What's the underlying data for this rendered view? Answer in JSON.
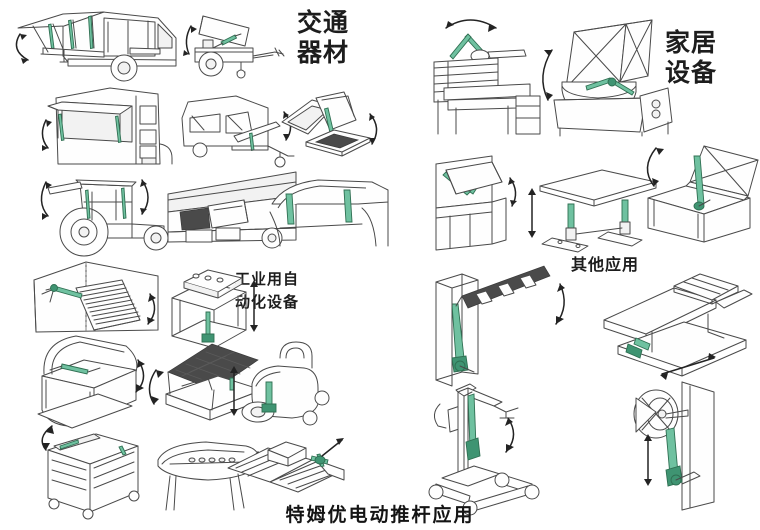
{
  "poster": {
    "caption": "特姆优电动推杆应用",
    "background_color": "#ffffff",
    "line_color": "#4a4a4a",
    "actuator_color": "#6fc1a0",
    "arrow_color": "#232323"
  },
  "sections": [
    {
      "id": "transport",
      "title": "交通\n器材",
      "title_position": "top-right-of-block",
      "items": [
        {
          "name": "delivery-van-side-canopy",
          "caption": ""
        },
        {
          "name": "tipping-trailer",
          "caption": ""
        },
        {
          "name": "bus-luggage-hatch",
          "caption": ""
        },
        {
          "name": "caravan-rear-hatch",
          "caption": ""
        },
        {
          "name": "vehicle-display-lift",
          "caption": ""
        },
        {
          "name": "tractor-cabin-window",
          "caption": ""
        },
        {
          "name": "coach-luggage-compartment",
          "caption": ""
        },
        {
          "name": "car-tailgate-struts",
          "caption": ""
        }
      ]
    },
    {
      "id": "home",
      "title": "家居\n设备",
      "items": [
        {
          "name": "folding-ironing-workstation",
          "caption": ""
        },
        {
          "name": "kitchen-appliance-lid",
          "caption": ""
        },
        {
          "name": "wall-cabinet-flap-door",
          "caption": ""
        },
        {
          "name": "height-adjustable-desk",
          "caption": ""
        },
        {
          "name": "storage-box-lid",
          "caption": ""
        }
      ]
    },
    {
      "id": "industrial",
      "title": "工业用自\n动化设备",
      "items": [
        {
          "name": "warehouse-louver-vent",
          "caption": ""
        },
        {
          "name": "machine-lifting-table",
          "caption": ""
        },
        {
          "name": "refrigerated-display-case",
          "caption": ""
        },
        {
          "name": "solar-panel-tilt-frame",
          "caption": ""
        },
        {
          "name": "floor-cleaning-machine",
          "caption": ""
        },
        {
          "name": "equipment-service-cart",
          "caption": ""
        },
        {
          "name": "treatment-massage-table",
          "caption": ""
        },
        {
          "name": "conveyor-feed-unit",
          "caption": ""
        }
      ]
    },
    {
      "id": "other",
      "title": "其他应用",
      "items": [
        {
          "name": "parking-barrier-gate",
          "caption": ""
        },
        {
          "name": "hospital-adjustable-bed",
          "caption": ""
        },
        {
          "name": "patient-hoist-lift",
          "caption": ""
        },
        {
          "name": "satellite-dish-positioner",
          "caption": ""
        }
      ]
    }
  ]
}
